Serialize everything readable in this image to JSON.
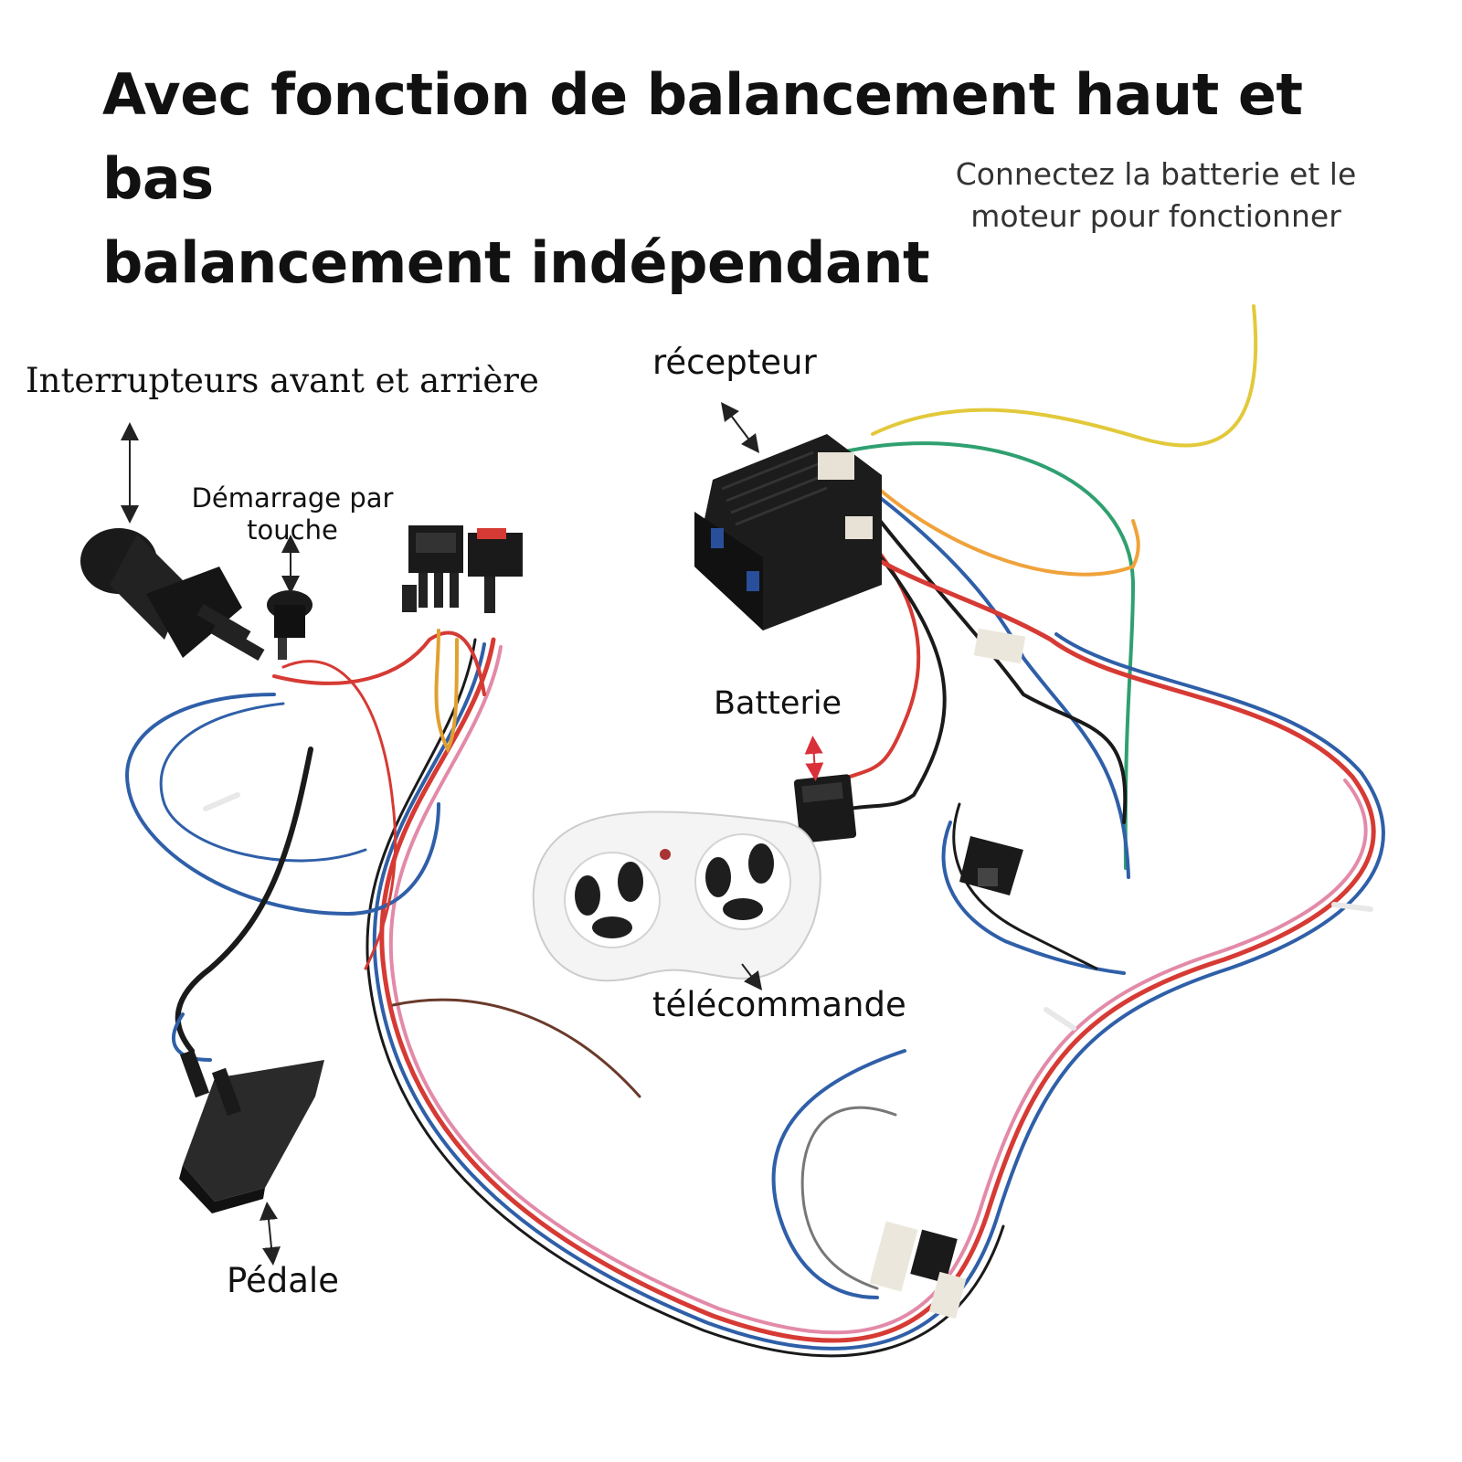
{
  "header": {
    "title_line1": "Avec fonction de balancement haut et bas",
    "title_line2": "balancement indépendant",
    "subtitle_line1": "Connectez la batterie et le",
    "subtitle_line2": "moteur pour fonctionner"
  },
  "labels": {
    "switches": "Interrupteurs avant et arrière",
    "key_start_line1": "Démarrage par",
    "key_start_line2": "touche",
    "receiver": "récepteur",
    "battery": "Batterie",
    "remote": "télécommande",
    "pedal": "Pédale"
  },
  "colors": {
    "wire_red": "#d63a34",
    "wire_blue": "#2f5fa8",
    "wire_black": "#1a1a1a",
    "wire_pink": "#e38aa8",
    "wire_yellow": "#e2c93a",
    "wire_orange": "#f0a23a",
    "wire_green": "#2fa070",
    "battery_arrow": "#d9303a"
  }
}
